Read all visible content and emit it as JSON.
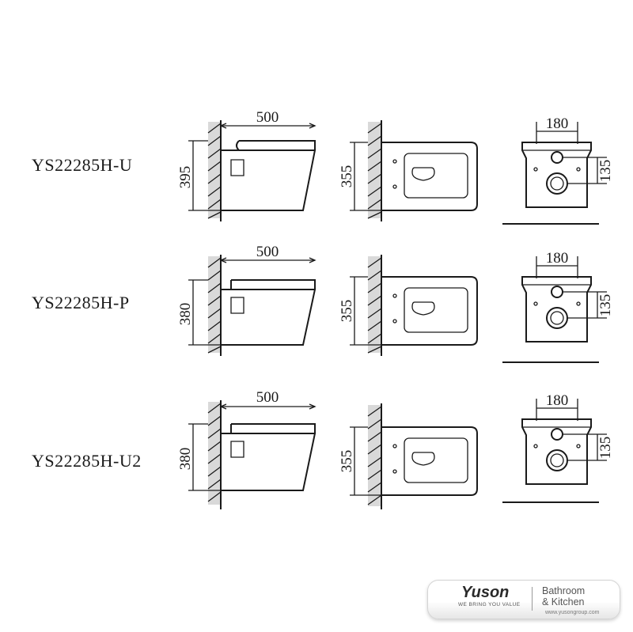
{
  "rows": [
    {
      "model": "YS22285H-U",
      "side_width": "500",
      "side_height": "395",
      "top_depth": "355",
      "rear_width": "180",
      "rear_height": "135"
    },
    {
      "model": "YS22285H-P",
      "side_width": "500",
      "side_height": "380",
      "top_depth": "355",
      "rear_width": "180",
      "rear_height": "135"
    },
    {
      "model": "YS22285H-U2",
      "side_width": "500",
      "side_height": "380",
      "top_depth": "355",
      "rear_width": "180",
      "rear_height": "135"
    }
  ],
  "logo": {
    "brand": "Yuson",
    "tagline": "WE BRING YOU VALUE",
    "category_line1": "Bathroom",
    "category_line2": "& Kitchen",
    "url": "www.yusongroup.com"
  }
}
